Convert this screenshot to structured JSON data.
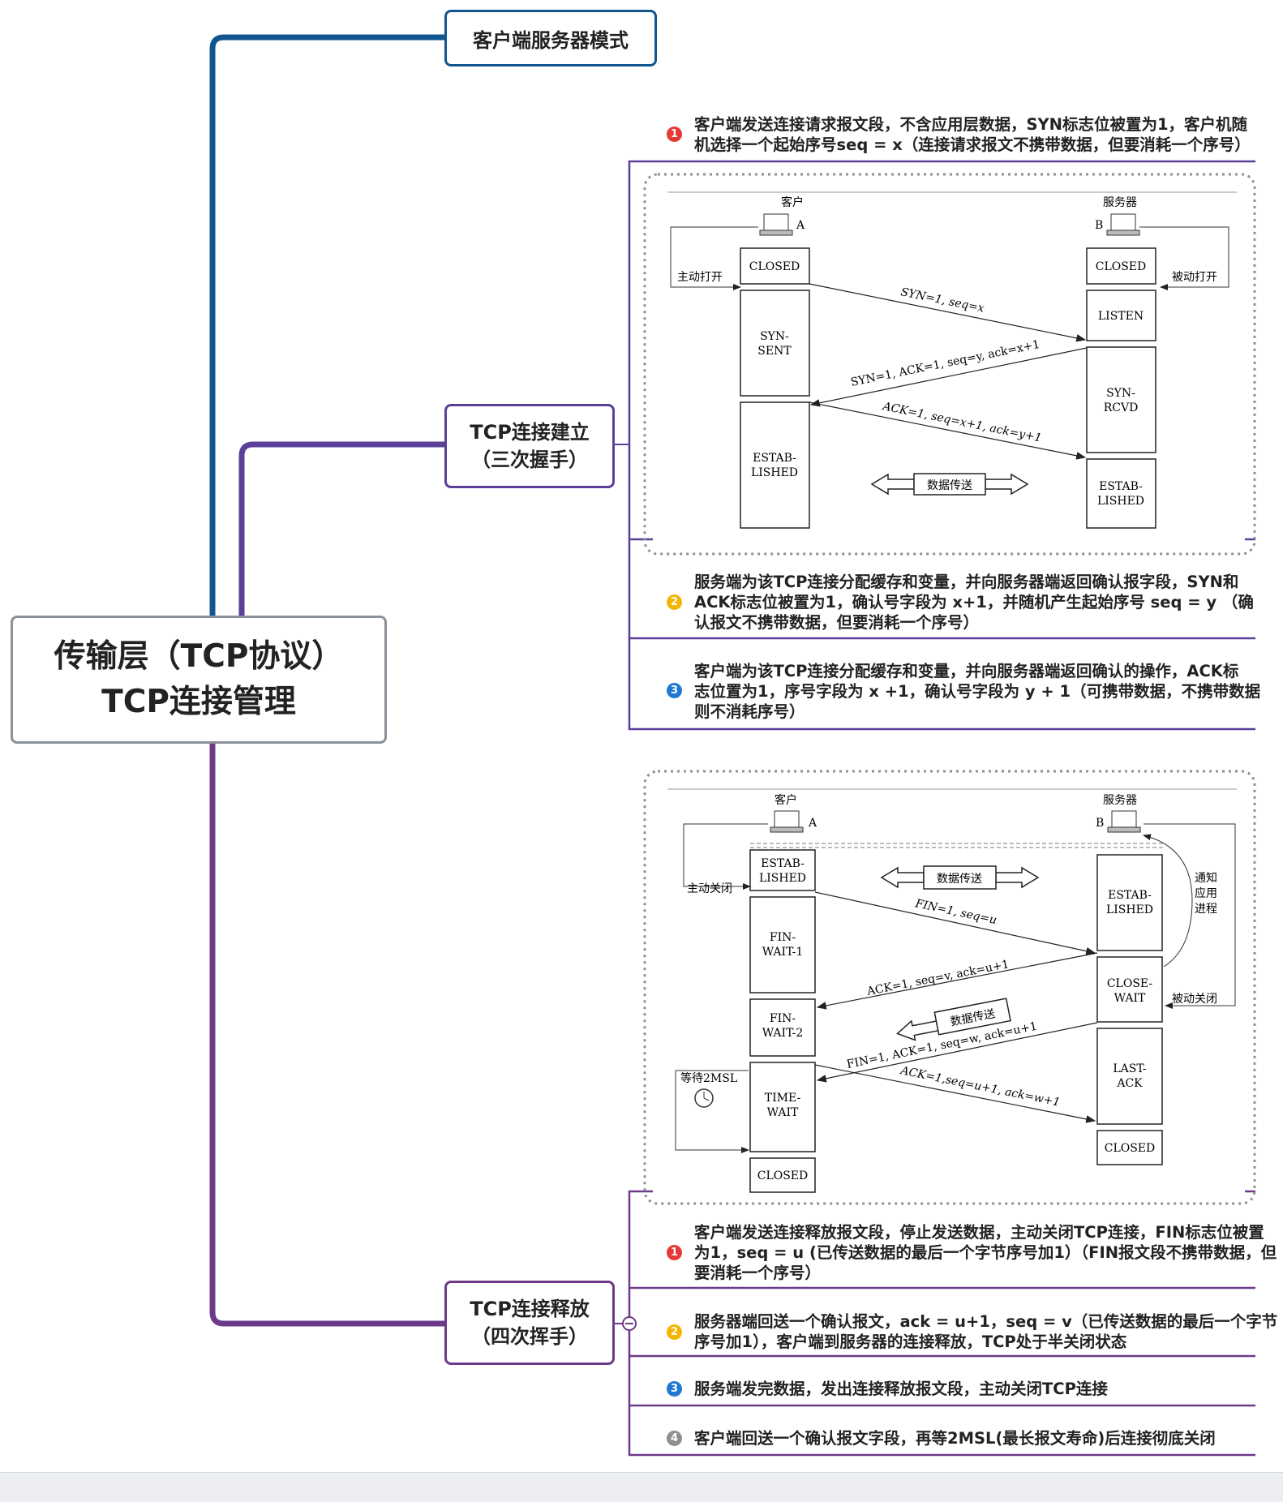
{
  "root": {
    "line1": "传输层（TCP协议）",
    "line2": "TCP连接管理"
  },
  "branch_cs": {
    "label": "客户端服务器模式"
  },
  "branch_connect": {
    "line1": "TCP连接建立",
    "line2": "（三次握手）",
    "items": [
      {
        "badge": "1",
        "line1": "客户端发送连接请求报文段，不含应用层数据，SYN标志位被置为1，客户机随",
        "line2": "机选择一个起始序号seq = x（连接请求报文不携带数据，但要消耗一个序号）"
      },
      {
        "badge": "2",
        "line1": "服务端为该TCP连接分配缓存和变量，并向服务器端返回确认报字段，SYN和",
        "line2": "ACK标志位被置为1，确认号字段为 x+1，并随机产生起始序号 seq = y （确",
        "line3": "认报文不携带数据，但要消耗一个序号）"
      },
      {
        "badge": "3",
        "line1": "客户端为该TCP连接分配缓存和变量，并向服务器端返回确认的操作，ACK标",
        "line2": "志位置为1，序号字段为 x +1，确认号字段为 y + 1（可携带数据，不携带数据",
        "line3": "则不消耗序号）"
      }
    ],
    "diagram": {
      "client": "客户",
      "server": "服务器",
      "host_a": "A",
      "host_b": "B",
      "active_open": "主动打开",
      "passive_open": "被动打开",
      "c_closed": "CLOSED",
      "c_syn1": "SYN-",
      "c_syn2": "SENT",
      "c_est1": "ESTAB-",
      "c_est2": "LISHED",
      "s_closed": "CLOSED",
      "s_listen": "LISTEN",
      "s_syn1": "SYN-",
      "s_syn2": "RCVD",
      "s_est1": "ESTAB-",
      "s_est2": "LISHED",
      "msg1": "SYN=1, seq=x",
      "msg2": "SYN=1, ACK=1, seq=y, ack=x+1",
      "msg3": "ACK=1, seq=x+1, ack=y+1",
      "data": "数据传送"
    }
  },
  "branch_release": {
    "line1": "TCP连接释放",
    "line2": "（四次挥手）",
    "items": [
      {
        "badge": "1",
        "line1": "客户端发送连接释放报文段，停止发送数据，主动关闭TCP连接，FIN标志位被置",
        "line2": "为1，seq = u (已传送数据的最后一个字节序号加1）（FIN报文段不携带数据，但",
        "line3": "要消耗一个序号）"
      },
      {
        "badge": "2",
        "line1": "服务器端回送一个确认报文，ack = u+1，seq = v（已传送数据的最后一个字节",
        "line2": "序号加1），客户端到服务器的连接释放，TCP处于半关闭状态"
      },
      {
        "badge": "3",
        "line1": "服务端发完数据，发出连接释放报文段，主动关闭TCP连接"
      },
      {
        "badge": "4",
        "line1": "客户端回送一个确认报文字段，再等2MSL(最长报文寿命)后连接彻底关闭"
      }
    ],
    "diagram": {
      "client": "客户",
      "server": "服务器",
      "host_a": "A",
      "host_b": "B",
      "active_close": "主动关闭",
      "passive_close": "被动关闭",
      "notify1": "通知",
      "notify2": "应用",
      "notify3": "进程",
      "wait": "等待2MSL",
      "c_est1": "ESTAB-",
      "c_est2": "LISHED",
      "c_fw1a": "FIN-",
      "c_fw1b": "WAIT-1",
      "c_fw2a": "FIN-",
      "c_fw2b": "WAIT-2",
      "c_tw1": "TIME-",
      "c_tw2": "WAIT",
      "c_closed": "CLOSED",
      "s_est1": "ESTAB-",
      "s_est2": "LISHED",
      "s_cw1": "CLOSE-",
      "s_cw2": "WAIT",
      "s_la1": "LAST-",
      "s_la2": "ACK",
      "s_closed": "CLOSED",
      "msg1": "FIN=1, seq=u",
      "msg2": "ACK=1, seq=v, ack=u+1",
      "msg3": "FIN=1, ACK=1, seq=w, ack=u+1",
      "msg4": "ACK=1,seq=u+1, ack=w+1",
      "data": "数据传送"
    }
  },
  "colors": {
    "blue": "#12568f",
    "purple_dark": "#5b3f98",
    "purple": "#6d3a8a",
    "root_border": "#8a9199"
  }
}
